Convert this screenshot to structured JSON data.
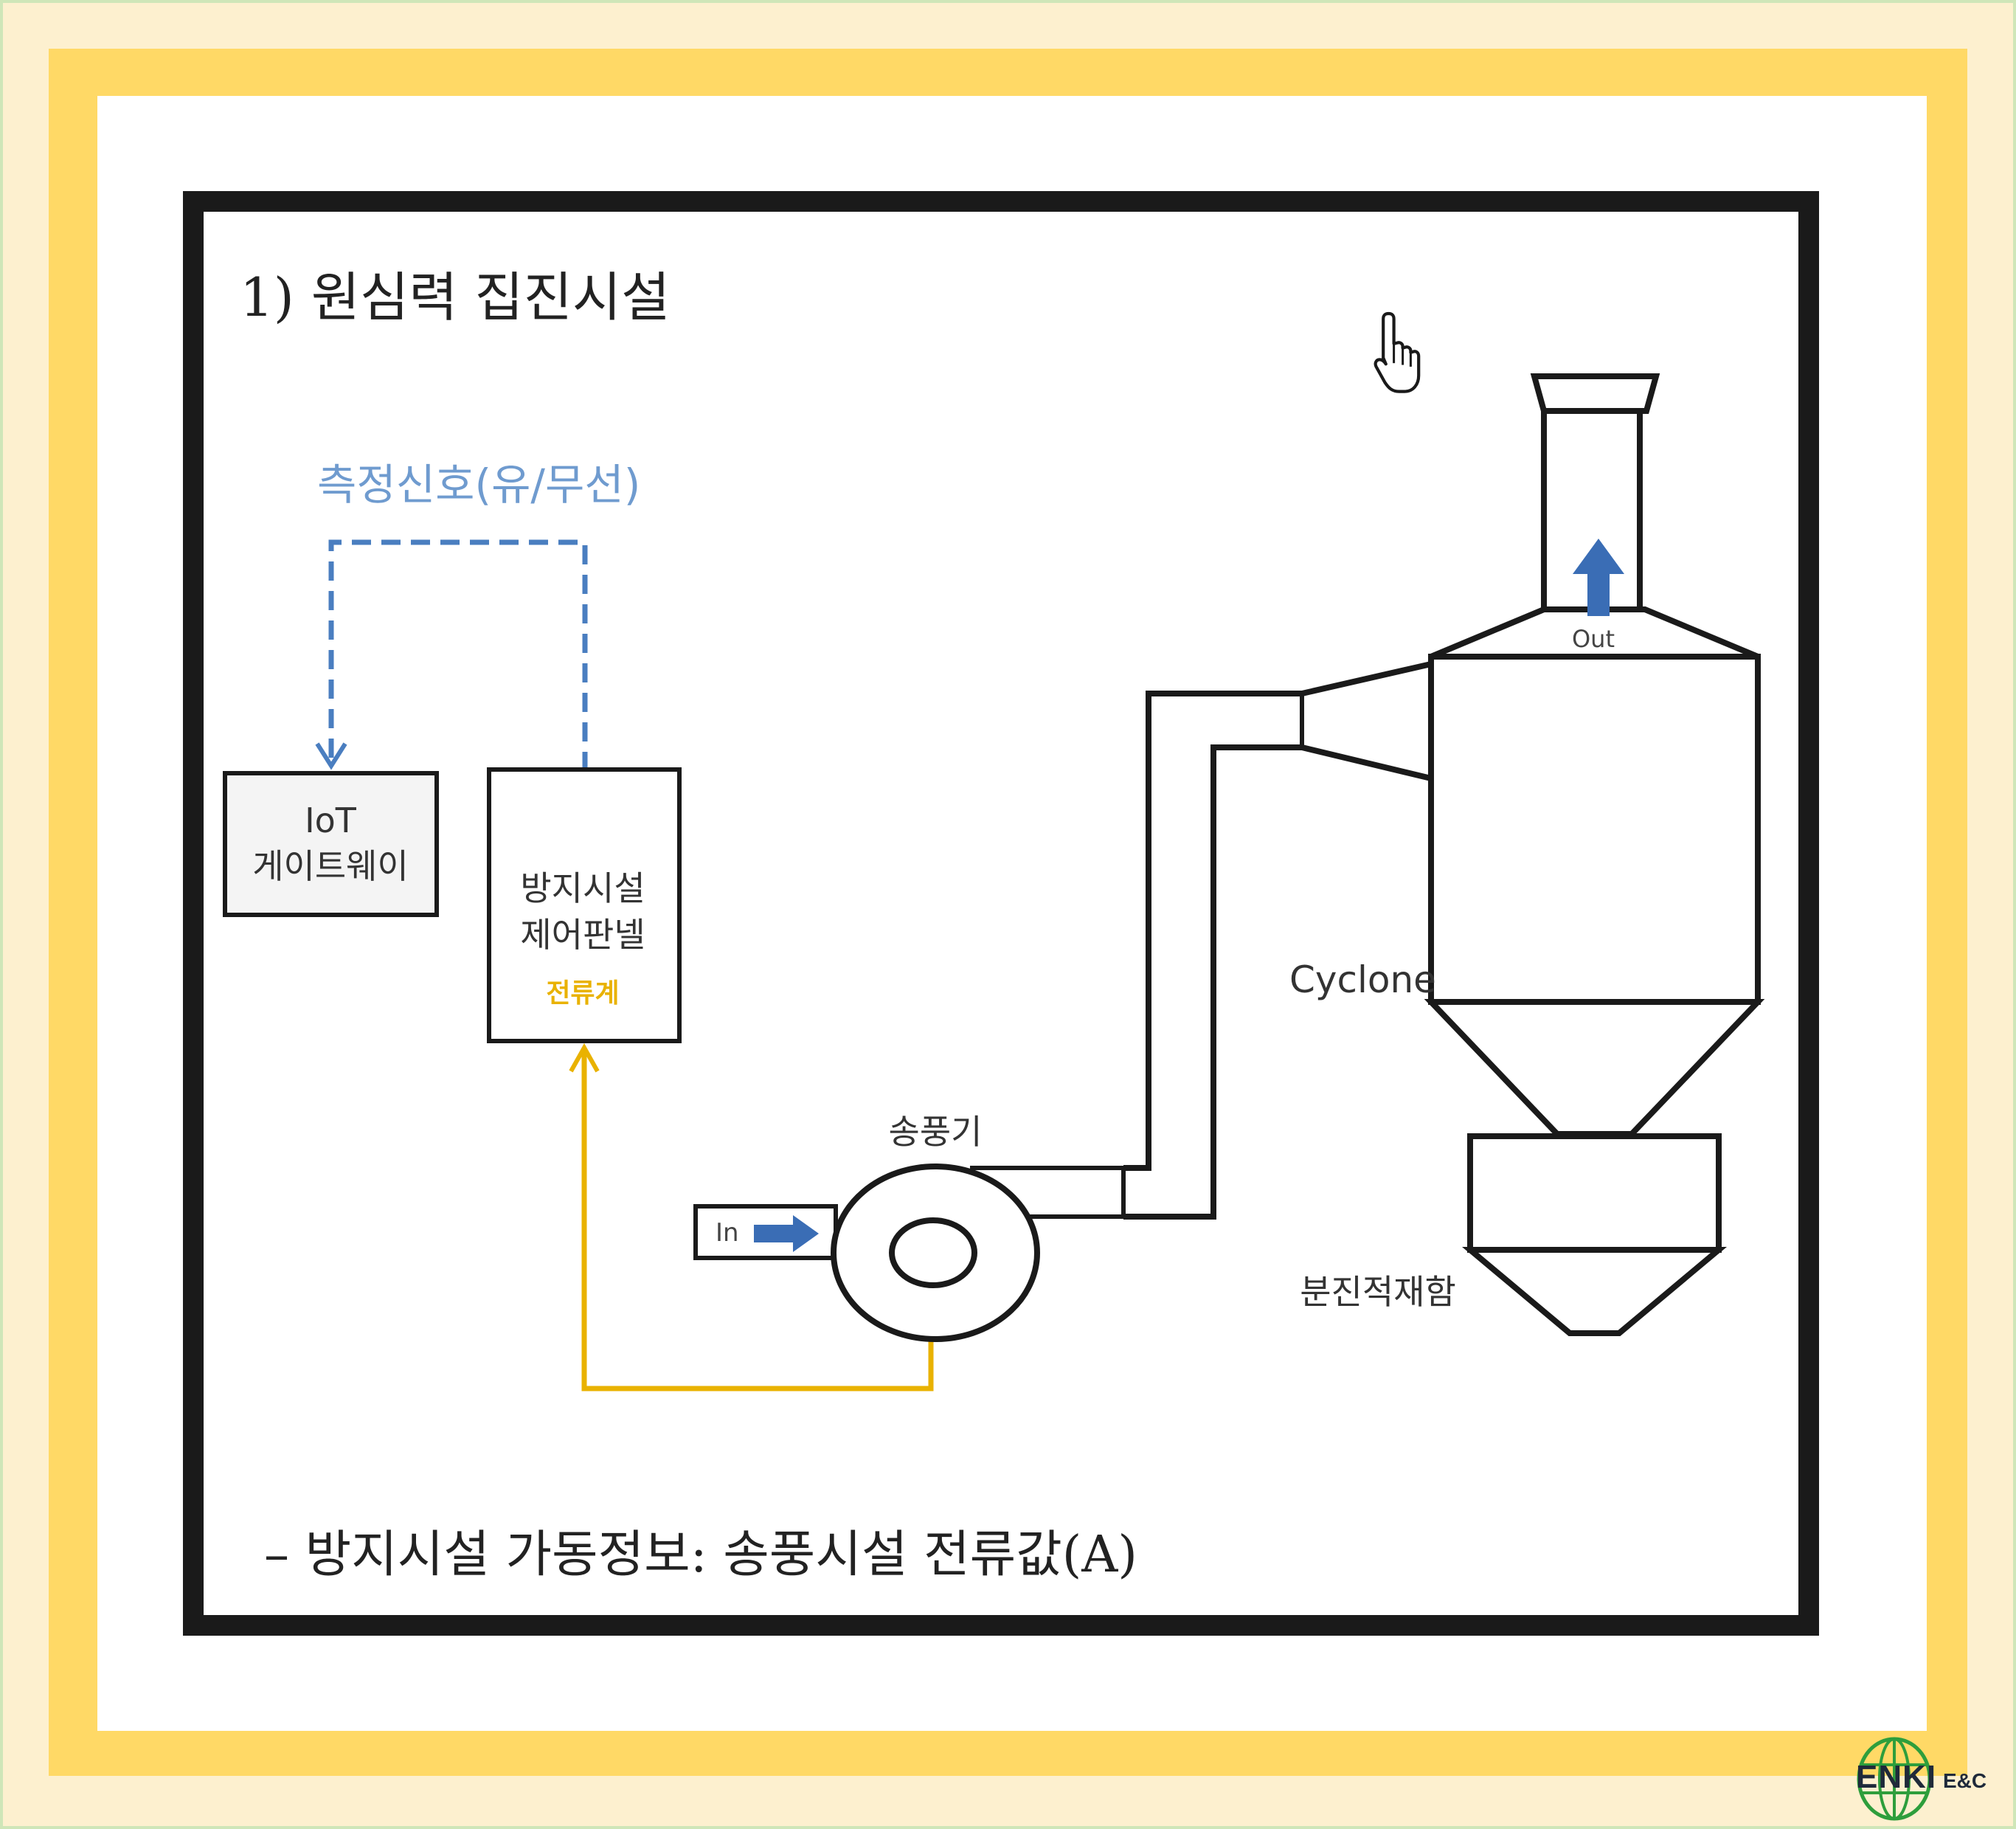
{
  "title": "1) 원심력 집진시설",
  "signal_label": "측정신호(유/무선)",
  "iot_gateway": {
    "line1": "IoT",
    "line2": "게이트웨이"
  },
  "control_panel": {
    "line1": "방지시설",
    "line2": "제어판넬",
    "meter": "전류계"
  },
  "blower_label": "송풍기",
  "inlet_label": "In",
  "outlet_label": "Out",
  "cyclone_label": "Cyclone",
  "hopper_label": "분진적재함",
  "footer_text": "– 방지시설 가동정보: 송풍시설 전류값(A)",
  "logo": {
    "name": "ENKI",
    "suffix": "E&C"
  },
  "colors": {
    "signal_line": "#4a7ec0",
    "current_line": "#e9b200",
    "arrow": "#3a6db5",
    "frame_yellow": "#ffd966",
    "frame_black": "#1a1a1a",
    "logo_green": "#2e9e3c"
  }
}
